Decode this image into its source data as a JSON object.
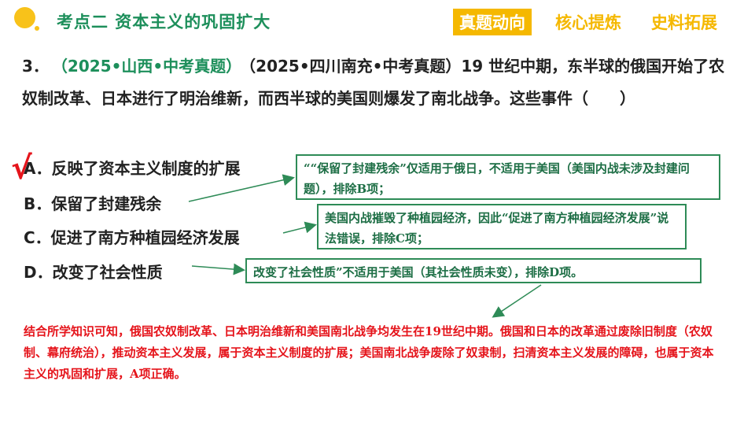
{
  "header": {
    "section_title": "考点二  资本主义的巩固扩大",
    "tabs": [
      {
        "label": "真题动向",
        "active": true
      },
      {
        "label": "核心提炼",
        "active": false
      },
      {
        "label": "史料拓展",
        "active": false
      }
    ]
  },
  "question": {
    "number": "3．",
    "source_green": "（2025•山西•中考真题）",
    "stem": "（2025•四川南充•中考真题）19 世纪中期，东半球的俄国开始了农奴制改革、日本进行了明治维新，而西半球的美国则爆发了南北战争。这些事件（　　）",
    "options": [
      {
        "label": "A．反映了资本主义制度的扩展"
      },
      {
        "label": "B．保留了封建残余"
      },
      {
        "label": "C．促进了南方种植园经济发展"
      },
      {
        "label": "D．改变了社会性质"
      }
    ],
    "answer_mark": "√"
  },
  "notes": {
    "b": "““保留了封建残余”仅适用于俄日，不适用于美国（美国内战未涉及封建问题），排除B项；",
    "c": "美国内战摧毁了种植园经济，因此“促进了南方种植园经济发展”说法错误，排除C项；",
    "d": "改变了社会性质”不适用于美国（其社会性质未变），排除D项。"
  },
  "summary": "结合所学知识可知，俄国农奴制改革、日本明治维新和美国南北战争均发生在19世纪中期。俄国和日本的改革通过废除旧制度（农奴制、幕府统治），推动资本主义发展，属于资本主义制度的扩展；美国南北战争废除了奴隶制，扫清资本主义发展的障碍，也属于资本主义的巩固和扩展，A项正确。",
  "colors": {
    "accent_yellow": "#f5b800",
    "title_green": "#1d8f5b",
    "note_border": "#2e8b57",
    "summary_red": "#e5141b"
  }
}
